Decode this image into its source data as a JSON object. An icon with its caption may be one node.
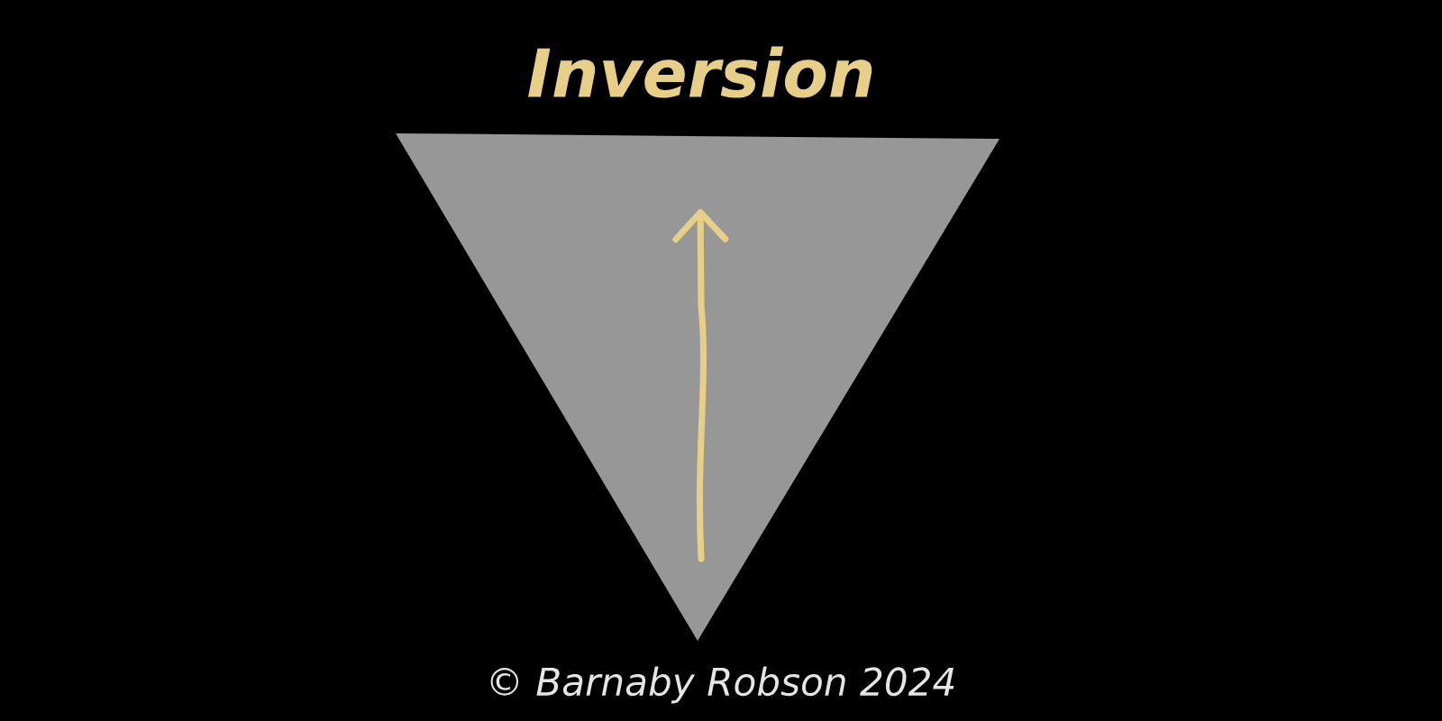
{
  "diagram": {
    "title": "Inversion",
    "nodes": [
      {
        "text": [],
        "shape": "triangle"
      }
    ],
    "labels": [
      "© Barnaby Robson 2024"
    ]
  }
}
